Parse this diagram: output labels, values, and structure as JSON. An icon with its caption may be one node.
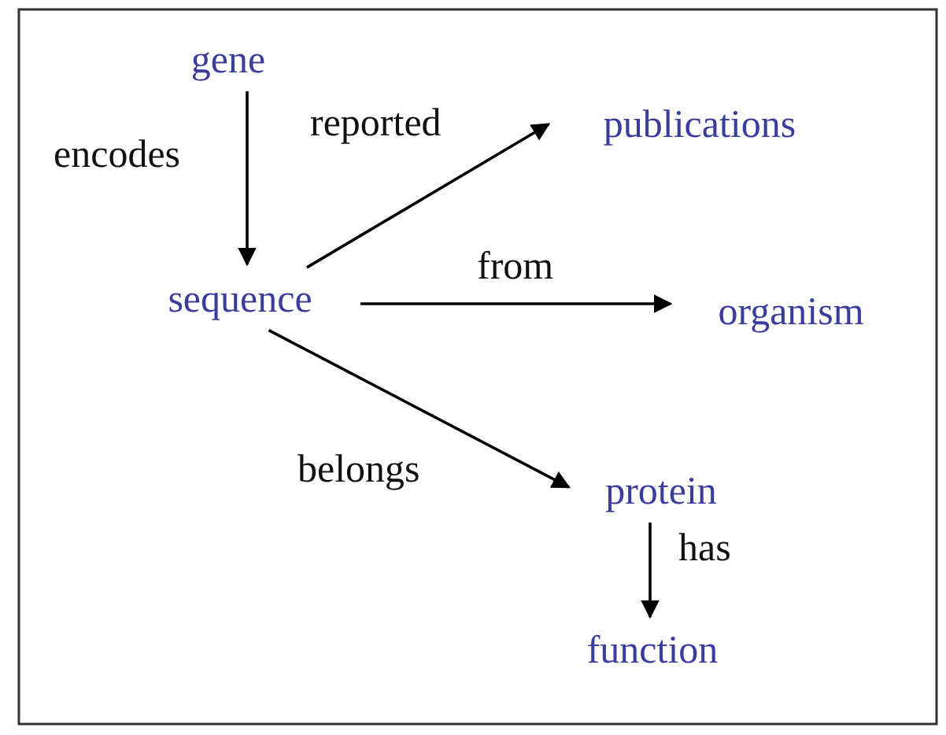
{
  "diagram": {
    "nodes": [
      {
        "text": [
          "gene"
        ]
      },
      {
        "text": [
          "sequence"
        ]
      },
      {
        "text": [
          "publications"
        ]
      },
      {
        "text": [
          "organism"
        ]
      },
      {
        "text": [
          "protein"
        ]
      },
      {
        "text": [
          "function"
        ]
      }
    ],
    "edges": [
      {
        "from": 0,
        "to": 1,
        "arrow": "to",
        "label": "encodes"
      },
      {
        "from": 1,
        "to": 2,
        "arrow": "to",
        "label": "reported"
      },
      {
        "from": 1,
        "to": 3,
        "arrow": "to",
        "label": "from"
      },
      {
        "from": 1,
        "to": 4,
        "arrow": "to",
        "label": "belongs"
      },
      {
        "from": 4,
        "to": 5,
        "arrow": "to",
        "label": "has"
      }
    ]
  }
}
